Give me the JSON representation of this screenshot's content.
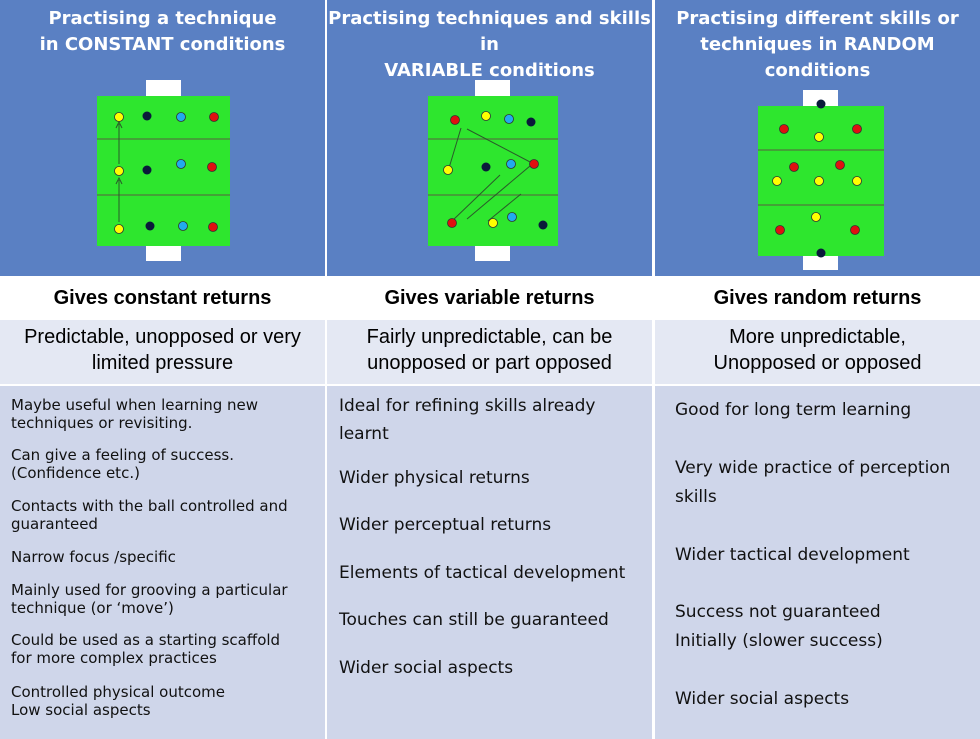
{
  "columns": [
    {
      "title": "Practising a technique\nin CONSTANT conditions",
      "returns": "Gives constant returns",
      "pressure": "Predictable, unopposed or very\nlimited pressure",
      "items": [
        "Maybe useful when learning new\ntechniques or revisiting.",
        "Can give a feeling  of success.\n(Confidence etc.)",
        "Contacts with the ball controlled and\nguaranteed",
        "Narrow focus /specific",
        "Mainly used for grooving a particular\ntechnique (or ‘move’)",
        "Could be used as a starting scaffold\nfor more complex practices",
        "Controlled physical outcome\nLow social aspects"
      ]
    },
    {
      "title": "Practising techniques and skills in\nVARIABLE conditions",
      "returns": "Gives variable returns",
      "pressure": "Fairly unpredictable, can be\nunopposed or part opposed",
      "items": [
        "Ideal for refining skills already\nlearnt",
        "Wider physical returns",
        "Wider perceptual returns",
        "Elements of tactical development",
        "Touches can still be  guaranteed",
        "Wider social aspects"
      ]
    },
    {
      "title": "Practising different skills or\ntechniques in RANDOM\nconditions",
      "returns": "Gives random returns",
      "pressure": "More unpredictable,\nUnopposed or opposed",
      "items": [
        "Good for long term learning",
        "Very wide practice of perception\nskills",
        "Wider tactical development",
        "Success not guaranteed\nInitially (slower success)",
        "Wider social aspects"
      ]
    }
  ],
  "colors": {
    "header_bg": "#5a80c3",
    "pitch": "#2ee62e",
    "player_yellow": "#ffff00",
    "player_red": "#e01010",
    "player_blue": "#22aaee",
    "player_navy": "#0a1a3a"
  }
}
